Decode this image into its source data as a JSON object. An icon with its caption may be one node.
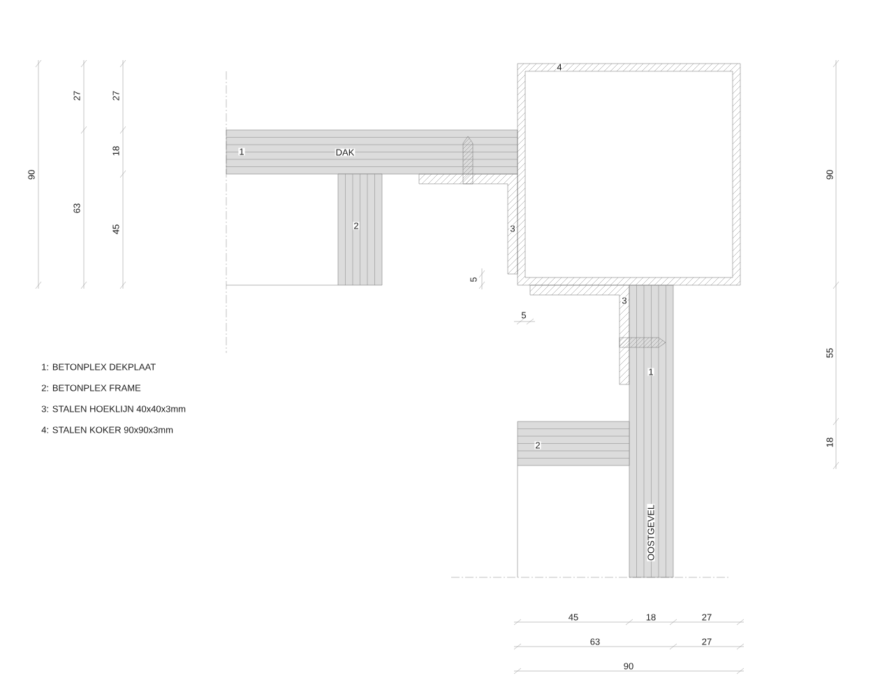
{
  "diagram": {
    "labels": [
      "4",
      "27",
      "27",
      "18",
      "1",
      "DAK",
      "90",
      "90",
      "63",
      "2",
      "45",
      "3",
      "5",
      "3",
      "5",
      "55",
      "1: BETONPLEX DEKPLAAT",
      "1",
      "2: BETONPLEX FRAME",
      "3: STALEN HOEKLIJN 40x40x3mm",
      "4: STALEN KOKER 90x90x3mm",
      "2",
      "18",
      "OOSTGEVEL",
      "45",
      "18",
      "27",
      "63",
      "27",
      "90"
    ]
  }
}
